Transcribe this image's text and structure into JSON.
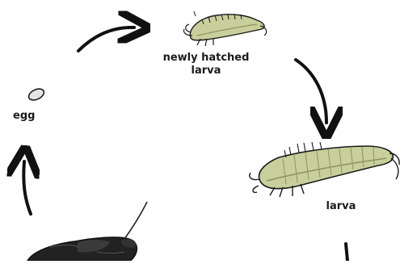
{
  "stages": {
    "egg": "egg",
    "newly_hatched_larva": "newly hatched\nlarva",
    "larva": "larva"
  },
  "colors": {
    "larva_body": "#c8cf9c",
    "larva_shadow": "#8d9460",
    "outline": "#1b1b1b",
    "egg_fill": "#e4e4e4",
    "adult_body": "#222222"
  }
}
